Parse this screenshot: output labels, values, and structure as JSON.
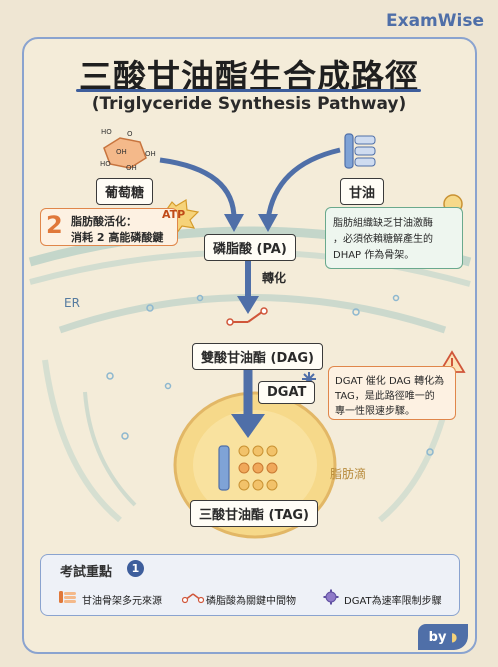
{
  "brand": "ExamWise",
  "title": "三酸甘油酯生合成路徑",
  "subtitle": "(Triglyceride Synthesis Pathway)",
  "nodes": {
    "glucose": "葡萄糖",
    "glycerol": "甘油",
    "pa": "磷脂酸 (PA)",
    "dag": "雙酸甘油酯 (DAG)",
    "dgat": "DGAT",
    "tag": "三酸甘油酯 (TAG)"
  },
  "edge_labels": {
    "conversion": "轉化"
  },
  "glucose_chem": {
    "ho_top": "HO",
    "oh_1": "OH",
    "oh_2": "OH",
    "ho_bottom": "HO",
    "oh_3": "OH",
    "o_ring": "O"
  },
  "activation_note": {
    "number": "2",
    "line1": "脂肪酸活化：",
    "line2": "消耗 2 高能磷酸鍵",
    "atp": "ATP"
  },
  "adipose_note": {
    "line1": "脂肪組織缺乏甘油激酶",
    "line2": "，必須依賴糖解產生的",
    "line3": "DHAP 作為骨架。"
  },
  "dgat_note": {
    "line1": "DGAT 催化 DAG 轉化為",
    "line2": "TAG，是此路徑唯一的",
    "line3": "專一性限速步驟。"
  },
  "regions": {
    "er": "ER",
    "lipid_droplet": "脂肪滴"
  },
  "key_points": {
    "title": "考試重點",
    "number": "1",
    "items": [
      "甘油骨架多元來源",
      "磷脂酸為關鍵中間物",
      "DGAT為速率限制步驟"
    ]
  },
  "byline": "by",
  "colors": {
    "accent_blue": "#3e5e9c",
    "arrow_blue": "#4f6fa8",
    "orange": "#e0783a",
    "green": "#6aa98d",
    "droplet": "#f6d98a"
  }
}
